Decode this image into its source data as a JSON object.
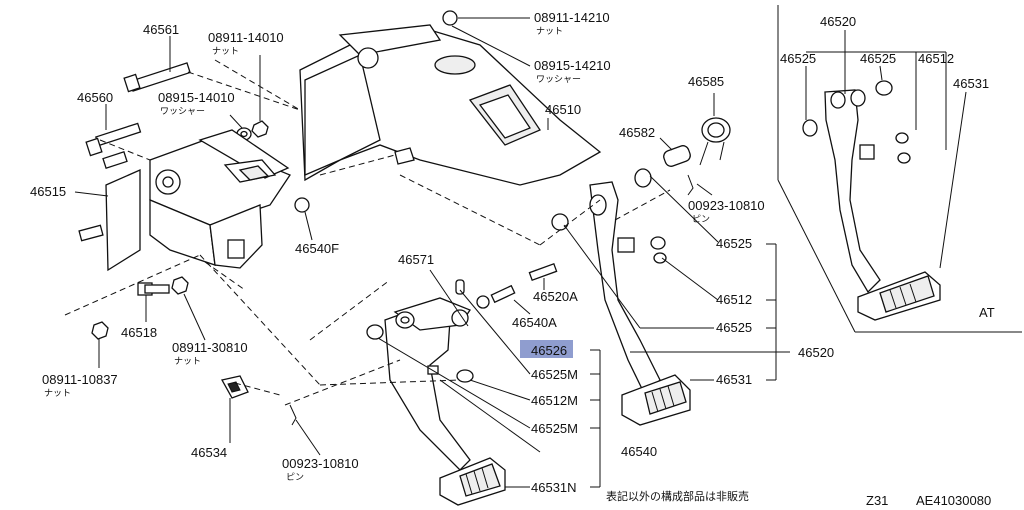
{
  "labels": {
    "p46561": "46561",
    "p46560": "46560",
    "p46515": "46515",
    "p08911_14010": "08911-14010",
    "nut_14010": "ナット",
    "p08915_14010": "08915-14010",
    "washer_14010": "ワッシャー",
    "p46540F": "46540F",
    "p46518": "46518",
    "p08911_30810": "08911-30810",
    "nut_30810": "ナット",
    "p08911_10837": "08911-10837",
    "nut_10837": "ナット",
    "p46534": "46534",
    "p00923_10810_a": "00923-10810",
    "pin_a": "ピン",
    "p08911_14210": "08911-14210",
    "nut_14210": "ナット",
    "p08915_14210": "08915-14210",
    "washer_14210": "ワッシャー",
    "p46510": "46510",
    "p46585": "46585",
    "p46582": "46582",
    "p00923_10810_b": "00923-10810",
    "pin_b": "ピン",
    "p46525_a": "46525",
    "p46512_a": "46512",
    "p46525_b": "46525",
    "p46520": "46520",
    "p46531": "46531",
    "p46571": "46571",
    "p46520A": "46520A",
    "p46540A": "46540A",
    "p46526": "46526",
    "p46525M_a": "46525M",
    "p46512M": "46512M",
    "p46525M_b": "46525M",
    "p46540": "46540",
    "p46531N": "46531N",
    "at_46520": "46520",
    "at_46525_a": "46525",
    "at_46525_b": "46525",
    "at_46512": "46512",
    "at_46531": "46531",
    "at_title": "AT"
  },
  "footer": {
    "note": "表記以外の構成部品は非販売",
    "model": "Z31",
    "code": "AE41030080"
  },
  "colors": {
    "highlight": "#8f9dcf",
    "ink": "#111111"
  }
}
